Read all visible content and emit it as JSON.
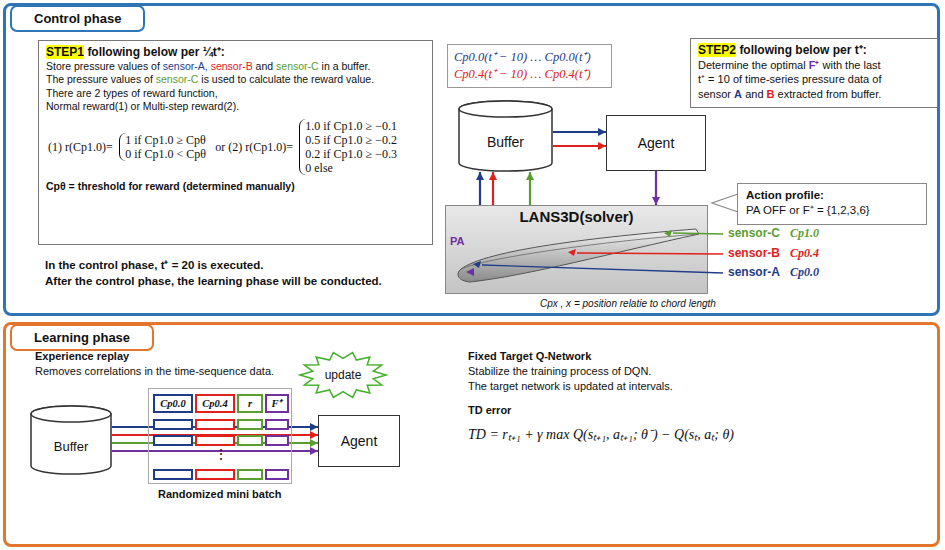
{
  "diagram": {
    "nodes": [
      {
        "text": [
          "Control phase"
        ]
      },
      {
        "text": [
          "STEP1",
          "following below per ¼t⁺:",
          "Store pressure values of",
          "sensor-A,",
          "sensor-B",
          "and",
          "sensor-C",
          "in a buffer.",
          "The pressure values of",
          "sensor-C",
          "is used to calculate the reward value.",
          "There are 2 types of reward function,",
          "Normal reward(1) or Multi-step reward(2).",
          "(1) r(Cp1.0)=",
          "1 if Cp1.0 ≥ Cpθ",
          "0 if Cp1.0 < Cpθ",
          "or (2) r(Cp1.0)=",
          "1.0 if Cp1.0 ≥ −0.1",
          "0.5 if Cp1.0 ≥ −0.2",
          "0.2 if Cp1.0 ≥ −0.3",
          "0 else",
          "Cpθ = threshold for reward (determined manually)"
        ],
        "in": 0
      },
      {
        "text": [
          "Cp0.0(t⁺ − 10) … Cp0.0(t⁺)",
          "Cp0.4(t⁺ − 10) … Cp0.4(t⁺)"
        ],
        "in": 0
      },
      {
        "text": [
          "Buffer"
        ],
        "in": 0
      },
      {
        "text": [
          "Agent"
        ],
        "in": 0
      },
      {
        "text": [
          "STEP2",
          "following below per t⁺:",
          "Determine the optimal",
          "F⁺",
          "with the last",
          "t⁺ = 10 of time-series pressure data of",
          "sensor",
          "A",
          "and",
          "B",
          "extracted from buffer."
        ],
        "in": 0
      },
      {
        "text": [
          "Action profile:",
          "PA OFF or F⁺ = {1,2,3,6}"
        ],
        "in": 0
      },
      {
        "text": [
          "LANS3D(solver)"
        ],
        "in": 0
      },
      {
        "text": [
          "Learning phase"
        ]
      },
      {
        "text": [
          "Buffer"
        ],
        "in": 8
      },
      {
        "text": [
          "Cp0.0",
          "Cp0.4",
          "r",
          "F⁺"
        ],
        "in": 8
      },
      {
        "text": [
          "update"
        ],
        "in": 8
      },
      {
        "text": [
          "Agent"
        ],
        "in": 8
      }
    ],
    "edges": [
      {
        "from": 3,
        "to": 4,
        "arrow": "to"
      },
      {
        "from": 3,
        "to": 4,
        "arrow": "to"
      },
      {
        "from": 4,
        "to": 7,
        "arrow": "to"
      },
      {
        "from": 7,
        "to": 3,
        "arrow": "to"
      },
      {
        "from": 7,
        "to": 3,
        "arrow": "to"
      },
      {
        "from": 7,
        "to": 3,
        "arrow": "to"
      },
      {
        "from": 9,
        "to": 12,
        "arrow": "to"
      },
      {
        "from": 9,
        "to": 12,
        "arrow": "to"
      },
      {
        "from": 9,
        "to": 12,
        "arrow": "to"
      },
      {
        "from": 9,
        "to": 12,
        "arrow": "to"
      }
    ],
    "labels": [
      "PA",
      "sensor-C",
      "Cp1.0",
      "sensor-B",
      "Cp0.4",
      "sensor-A",
      "Cp0.0",
      "Cpx , x = position relatie to chord length",
      "In the control phase, t⁺ = 20 is executed.",
      "After the control phase, the learning phase will be conducted.",
      "Experience replay",
      "Removes correlations in the time-sequence data.",
      "Randomized mini batch",
      "⋮",
      "Fixed Target Q-Network",
      "Stabilize the training process of DQN.",
      "The target network is updated at intervals.",
      "TD error",
      "TD = rₜ₊₁ + γ max Q(sₜ₊₁, aₜ₊₁; θ⁻) − Q(sₜ, aₜ; θ)"
    ]
  }
}
